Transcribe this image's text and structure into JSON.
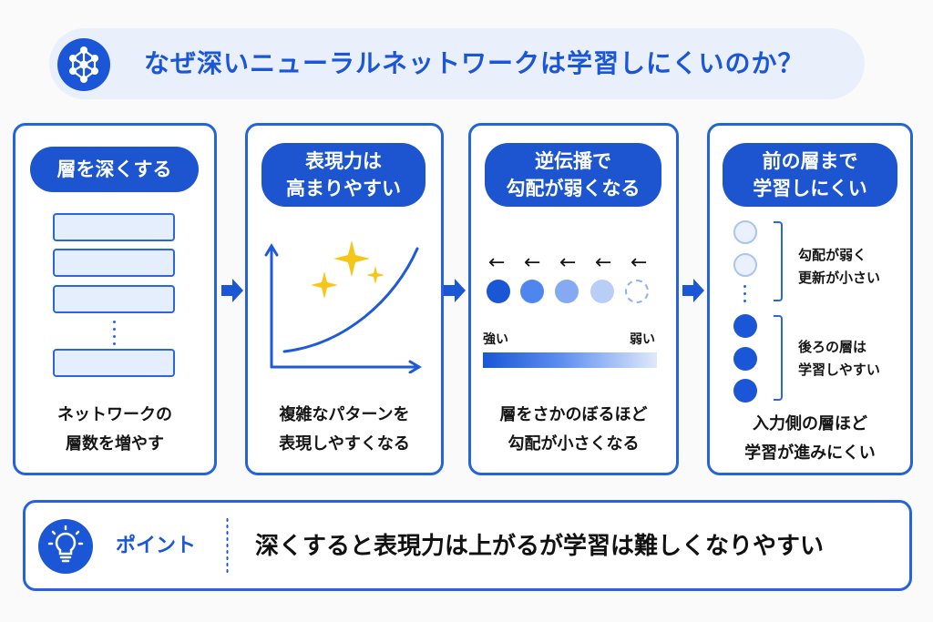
{
  "title": "なぜ深いニューラルネットワークは学習しにくいのか？",
  "icons": {
    "title": "neural-network-icon",
    "point": "lightbulb-icon",
    "flow": "right-arrow-icon"
  },
  "colors": {
    "primary": "#1a56d6",
    "light": "#e5eefc",
    "title_bg": "#eaf0fb",
    "sparkle": "#f5c518"
  },
  "cards": [
    {
      "heading": "層を深くする",
      "caption": "ネットワークの\n層数を増やす"
    },
    {
      "heading": "表現力は\n高まりやすい",
      "caption": "複雑なパターンを\n表現しやすくなる"
    },
    {
      "heading": "逆伝播で\n勾配が弱くなる",
      "caption": "層をさかのぼるほど\n勾配が小さくなる",
      "arrow_glyph": "←",
      "strong_label": "強い",
      "weak_label": "弱い"
    },
    {
      "heading": "前の層まで\n学習しにくい",
      "caption": "入力側の層ほど\n学習が進みにくい",
      "upper_note": "勾配が弱く\n更新が小さい",
      "lower_note": "後ろの層は\n学習しやすい"
    }
  ],
  "point": {
    "label": "ポイント",
    "text": "深くすると表現力は上がるが学習は難しくなりやすい"
  }
}
